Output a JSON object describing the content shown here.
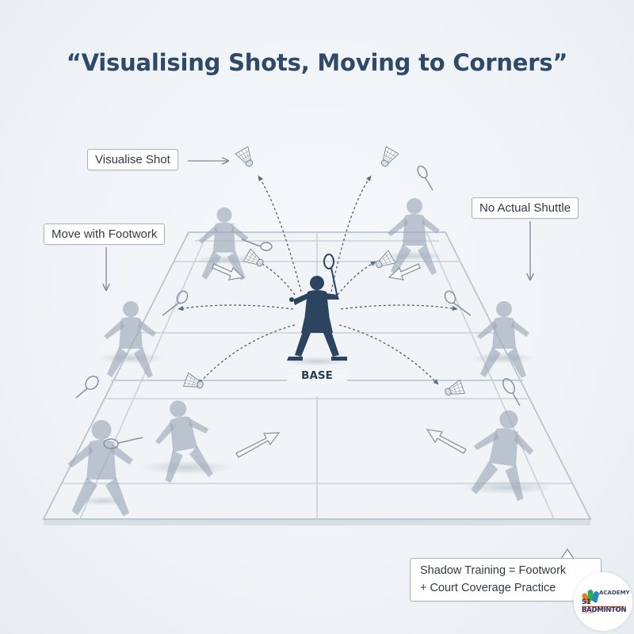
{
  "title": "“Visualising Shots, Moving to Corners”",
  "labels": {
    "visualise_shot": "Visualise Shot",
    "move_with_footwork": "Move with Footwork",
    "no_actual_shuttle": "No Actual Shuttle",
    "base": "BASE",
    "summary_line1": "Shadow Training = Footwork",
    "summary_line2": "+ Court Coverage Practice"
  },
  "logo": {
    "line1": "ACADEMY",
    "line2": "S1 BADMINTON",
    "line3": "PREMIER BADMINTON CLASSES FOR KIDS"
  },
  "colors": {
    "ink": "#2f4a68",
    "base_player": "#2c4460",
    "ghost_player": "#9aa7b5",
    "court_line": "#c9d2dc",
    "court_fill": "#f1f4f7"
  },
  "icons": [
    "shuttlecock-icon",
    "arrow-icon",
    "player-silhouette",
    "racket-icon"
  ]
}
